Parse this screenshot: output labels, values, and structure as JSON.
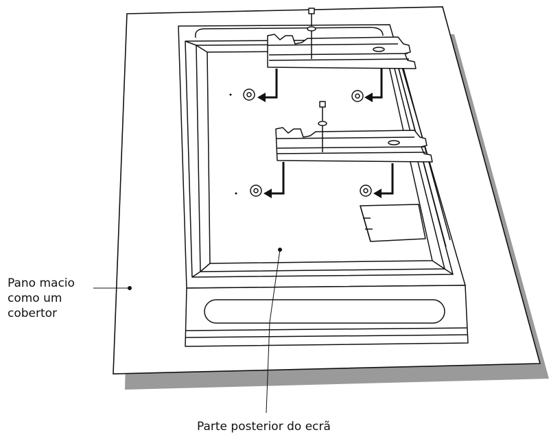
{
  "labels": {
    "soft_cloth_line1": "Pano macio",
    "soft_cloth_line2": "como um",
    "soft_cloth_line3": "cobertor",
    "screen_back": "Parte posterior do ecrã"
  },
  "colors": {
    "line": "#111111",
    "shadow": "#9a9a9a",
    "paper": "#ffffff"
  }
}
